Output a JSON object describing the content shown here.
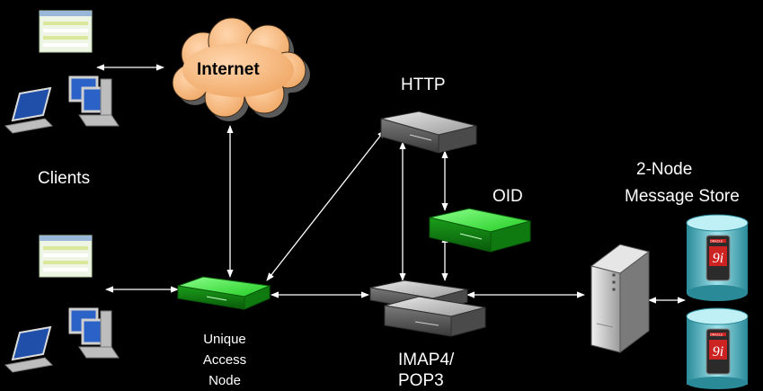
{
  "labels": {
    "internet": "Internet",
    "http": "HTTP",
    "clients": "Clients",
    "oid": "OID",
    "store_line1": "2-Node",
    "store_line2": "Message Store",
    "uan_line1": "Unique",
    "uan_line2": "Access",
    "uan_line3": "Node",
    "imap_line1": "IMAP4/",
    "imap_line2": "POP3",
    "db_badge": "9i",
    "db_brand": "ORACLE"
  },
  "colors": {
    "background": "#000000",
    "cloud_fill": "#f5b97f",
    "green_node": "#22cc22",
    "gray_server": "#8a8a8a",
    "arrow": "#ffffff",
    "db_cylinder": "#4fb9c7",
    "db_badge": "#cc2222"
  },
  "icons": [
    "laptop-icon",
    "desktop-computer-icon",
    "screenshot-thumbnail-icon",
    "cloud-icon",
    "network-appliance-icon",
    "tower-server-icon",
    "database-icon"
  ]
}
